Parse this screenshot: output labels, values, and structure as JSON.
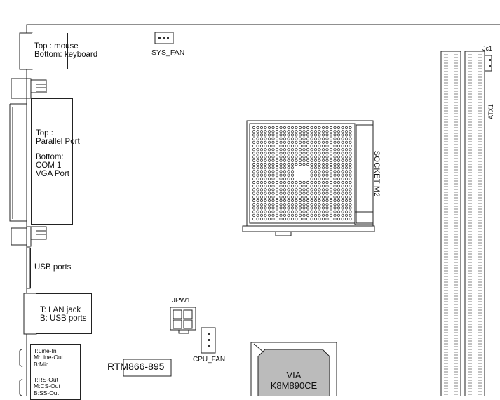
{
  "io_panel": {
    "ps2": {
      "line1": "Top : mouse",
      "line2": "Bottom: keyboard"
    },
    "parallel": {
      "line1": "Top :",
      "line2": "Parallel Port",
      "line3": "Bottom:",
      "line4": "COM 1",
      "line5": "VGA Port"
    },
    "usb": {
      "label": "USB ports"
    },
    "lan": {
      "line1": "T:  LAN jack",
      "line2": "B: USB ports"
    },
    "audio": {
      "line1": "T:Line-In",
      "line2": "M:Line-Out",
      "line3": "B:Mic",
      "line4": "T:RS-Out",
      "line5": "M:CS-Out",
      "line6": "B:SS-Out"
    }
  },
  "headers": {
    "sys_fan": "SYS_FAN",
    "cpu_fan": "CPU_FAN",
    "jpw1": "JPW1",
    "jc1": "Jc1",
    "atx1": "ATX1"
  },
  "socket": {
    "label": "SOCKET M2"
  },
  "lan_chip": {
    "label": "RTM866-895"
  },
  "northbridge": {
    "line1": "VIA",
    "line2": "K8M890CE"
  }
}
